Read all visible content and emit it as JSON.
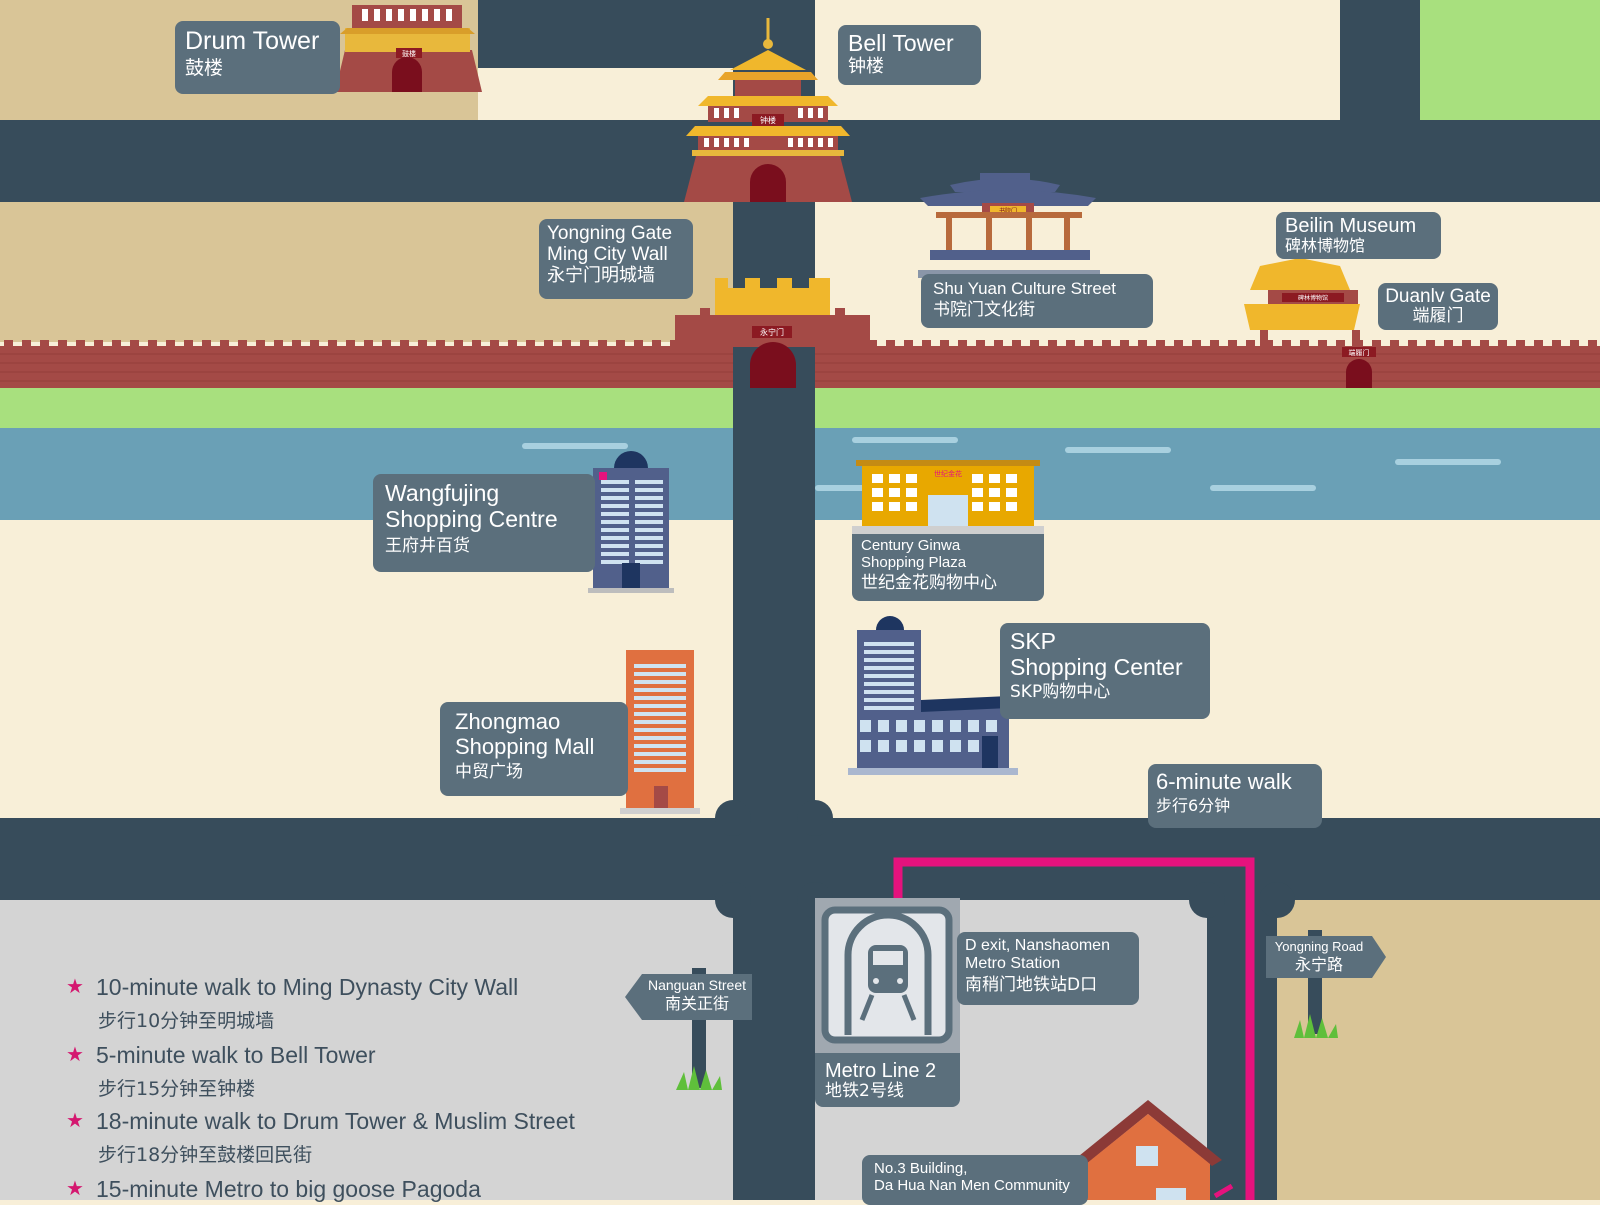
{
  "labels": {
    "drum_tower": {
      "en": "Drum Tower",
      "zh": "鼓楼"
    },
    "bell_tower": {
      "en": "Bell Tower",
      "zh": "钟楼"
    },
    "yongning_gate": {
      "en1": "Yongning Gate",
      "en2": "Ming City Wall",
      "zh": "永宁门明城墙"
    },
    "shuyuan": {
      "en": "Shu Yuan Culture Street",
      "zh": "书院门文化街"
    },
    "beilin": {
      "en": "Beilin Museum",
      "zh": "碑林博物馆"
    },
    "duanlv": {
      "en": "Duanlv Gate",
      "zh": "端履门"
    },
    "wangfujing": {
      "en1": "Wangfujing",
      "en2": "Shopping Centre",
      "zh": "王府井百货"
    },
    "century_ginwa": {
      "en1": "Century Ginwa",
      "en2": "Shopping Plaza",
      "zh": "世纪金花购物中心"
    },
    "skp": {
      "en1": "SKP",
      "en2": "Shopping Center",
      "zh": "SKP购物中心"
    },
    "zhongmao": {
      "en1": "Zhongmao",
      "en2": "Shopping Mall",
      "zh": "中贸广场"
    },
    "walk6": {
      "en": "6-minute walk",
      "zh": "步行6分钟"
    },
    "metro_exit": {
      "en1": "D exit, Nanshaomen",
      "en2": "Metro Station",
      "zh": "南稍门地铁站D口"
    },
    "metro_line": {
      "en": "Metro  Line 2",
      "zh": "地铁2号线"
    },
    "no3_building": {
      "en1": "No.3 Building,",
      "en2": "Da Hua Nan Men Community"
    }
  },
  "building_plates": {
    "bell": "钟楼",
    "drum": "鼓楼",
    "yongning": "永宁门",
    "shuyuan": "书院门",
    "beilin": "碑林博物馆",
    "duanlv": "端履门",
    "ginwa": "世纪金花"
  },
  "signs": {
    "nanguan": {
      "en": "Nanguan Street",
      "zh": "南关正街"
    },
    "yongning_road": {
      "en": "Yongning Road",
      "zh": "永宁路"
    }
  },
  "legend": [
    {
      "en": "10-minute walk to Ming Dynasty City Wall",
      "zh": "步行10分钟至明城墙"
    },
    {
      "en": "5-minute  walk to Bell Tower",
      "zh": "步行15分钟至钟楼"
    },
    {
      "en": "18-minute walk to Drum Tower & Muslim Street",
      "zh": "步行18分钟至鼓楼回民街"
    },
    {
      "en": "15-minute  Metro to  big  goose  Pagoda",
      "zh": ""
    }
  ],
  "colors": {
    "road": "#374c5b",
    "wall": "#a44a46",
    "river": "#6aa0b6",
    "grass": "#a8e07e",
    "route": "#e5127d",
    "label_bg": "#5b6f7c"
  }
}
